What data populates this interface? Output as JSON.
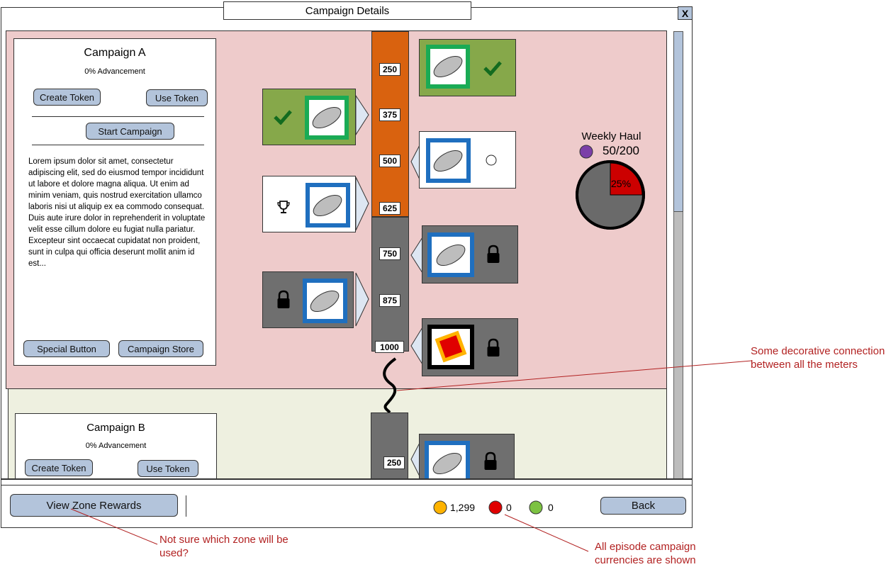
{
  "window": {
    "title": "Campaign Details",
    "close_label": "X"
  },
  "campaign_a": {
    "title": "Campaign A",
    "advancement": "0% Advancement",
    "create_token": "Create Token",
    "use_token": "Use Token",
    "start_campaign": "Start Campaign",
    "description": "Lorem ipsum dolor sit amet, consectetur adipiscing elit, sed do eiusmod tempor incididunt ut labore et dolore magna aliqua. Ut enim ad minim veniam, quis nostrud exercitation ullamco laboris nisi ut aliquip ex ea commodo consequat. Duis aute irure dolor in reprehenderit in voluptate velit esse cillum dolore eu fugiat nulla pariatur. Excepteur sint occaecat cupidatat non proident, sunt in culpa qui officia deserunt mollit anim id est...",
    "special_button": "Special Button",
    "campaign_store": "Campaign Store"
  },
  "meter_a": {
    "labels": [
      "250",
      "375",
      "500",
      "625",
      "750",
      "875",
      "1000"
    ],
    "unlocked_color": "#d9620f",
    "locked_color": "#6f6f6f"
  },
  "weekly_haul": {
    "title": "Weekly Haul",
    "value": "50/200",
    "percent_label": "25%",
    "fraction": 0.25,
    "icon_color": "#7b3fa8"
  },
  "campaign_b": {
    "title": "Campaign B",
    "advancement": "0% Advancement",
    "create_token": "Create Token",
    "use_token": "Use Token",
    "meter_label": "250"
  },
  "footer": {
    "view_zone_rewards": "View Zone Rewards",
    "back": "Back",
    "currencies": [
      {
        "color": "#ffb300",
        "value": "1,299"
      },
      {
        "color": "#e00000",
        "value": "0"
      },
      {
        "color": "#7cc242",
        "value": "0"
      }
    ]
  },
  "annotations": {
    "decorative": "Some decorative connection between all the meters",
    "zone": "Not sure which zone will be used?",
    "currencies": "All episode campaign currencies are shown"
  },
  "colors": {
    "panel_a": "#eecbcb",
    "panel_b": "#eef0e0",
    "completed": "#86a84a",
    "locked": "#6f6f6f",
    "accent_green": "#1aab55",
    "accent_blue": "#1f6fbf"
  }
}
